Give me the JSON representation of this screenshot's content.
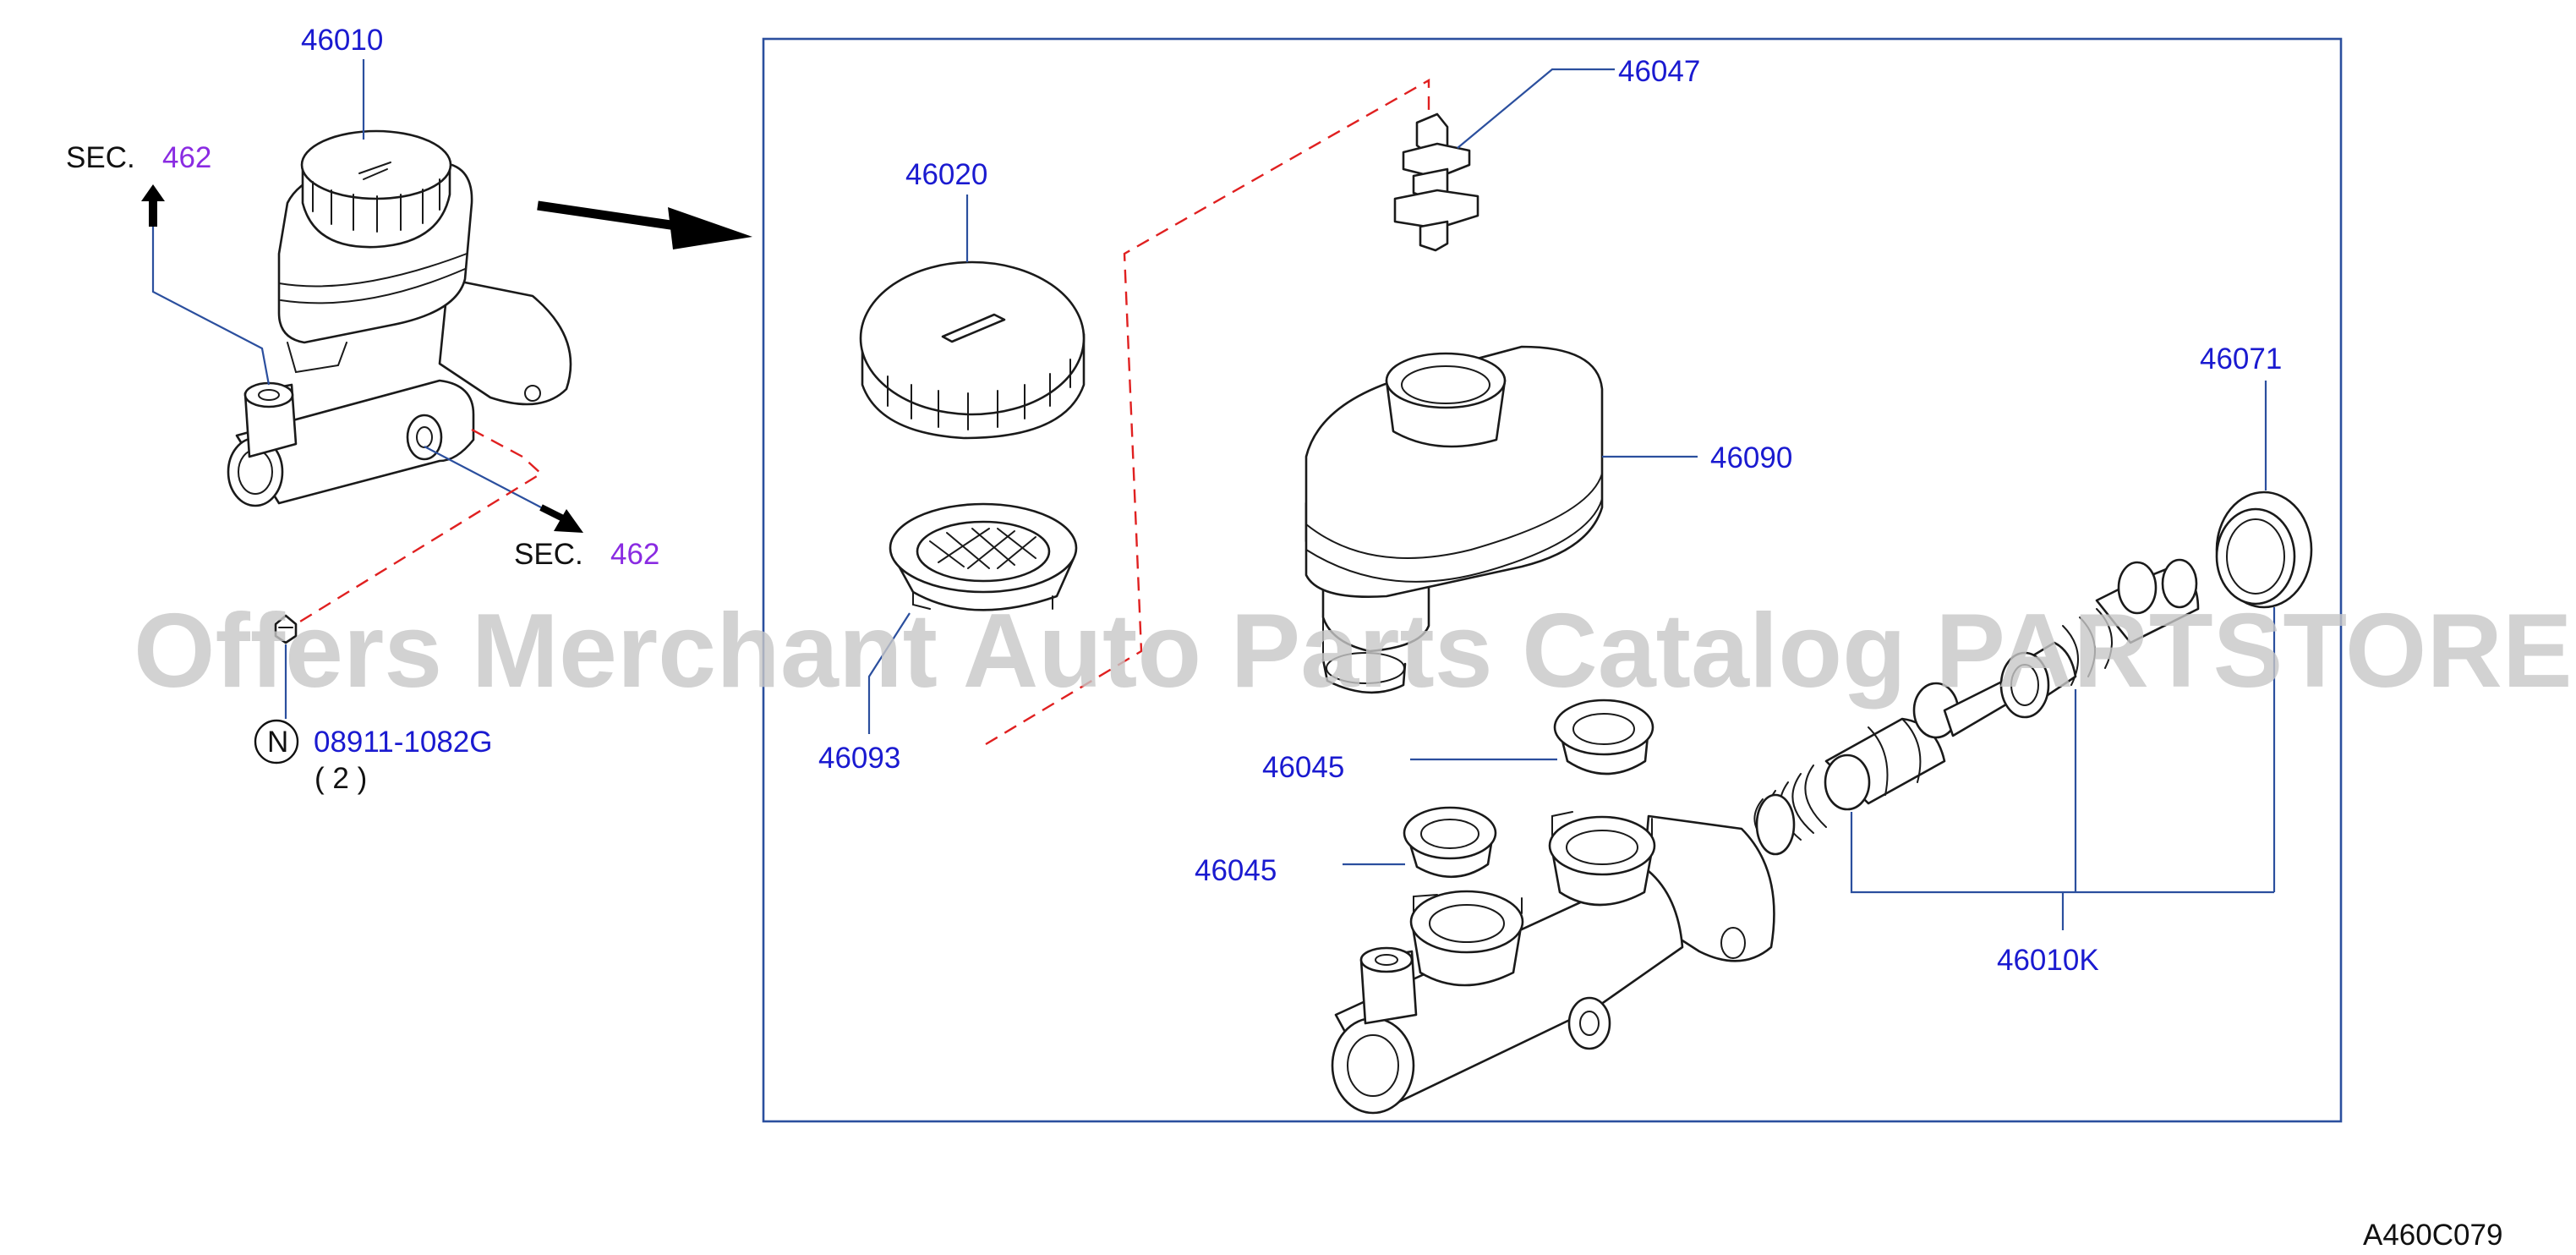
{
  "diagram": {
    "watermark": "Offers Merchant Auto Parts Catalog PARTSTORE.SA",
    "figure_code": "A460C079",
    "section_prefix": "SEC.",
    "section_number": "462",
    "callouts": {
      "p46010": "46010",
      "p46020": "46020",
      "p46047": "46047",
      "p46090": "46090",
      "p46071": "46071",
      "p46093": "46093",
      "p46045a": "46045",
      "p46045b": "46045",
      "p46010k": "46010K",
      "bolt": "08911-1082G",
      "bolt_marker": "N",
      "bolt_qty": "( 2 )"
    },
    "colors": {
      "callout": "#1a1ad0",
      "section": "#8a2be2",
      "leader": "#2b4f9e",
      "dashed_line": "#e02020",
      "watermark": "#c8c8c8"
    }
  }
}
